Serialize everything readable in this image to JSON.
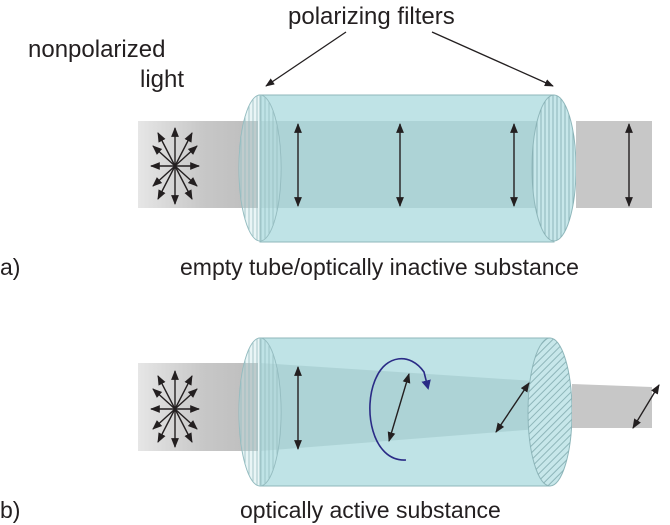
{
  "labels": {
    "polarizing_filters": "polarizing filters",
    "nonpolarized_line1": "nonpolarized",
    "nonpolarized_line2": "light",
    "panel_a_letter": "a)",
    "panel_a_caption": "empty tube/optically inactive substance",
    "panel_b_letter": "b)",
    "panel_b_caption": "optically active substance"
  },
  "colors": {
    "tube_fill": "#bfe3e6",
    "tube_stroke": "#8fb7bb",
    "beam_gray": "#b5b5b5",
    "arrow": "#231f20",
    "rotation_arrow": "#2a2b86"
  }
}
